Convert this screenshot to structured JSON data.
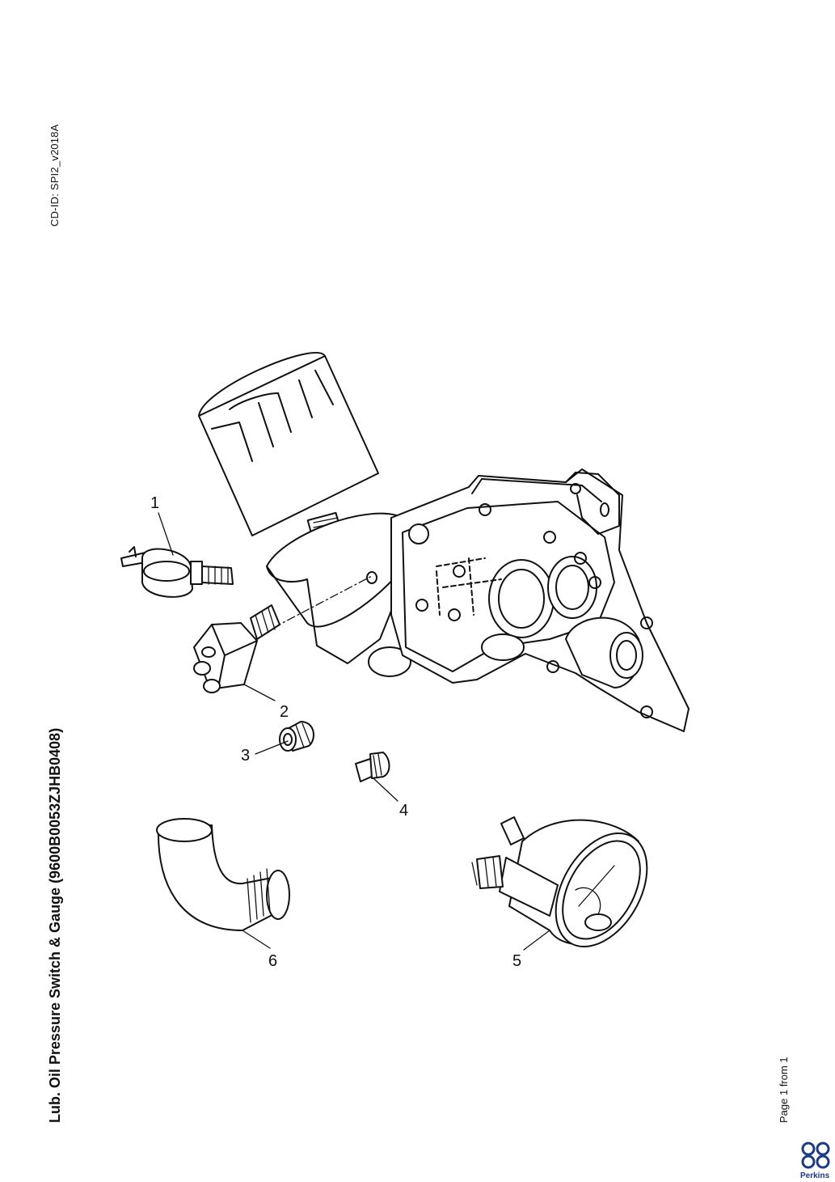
{
  "document": {
    "cd_id": "CD-ID: SPI2_v2018A",
    "title": "Lub. Oil Pressure Switch & Gauge (9600B0053ZJHB0408)",
    "page_info": "Page 1 from 1",
    "brand": "Perkins"
  },
  "callouts": [
    "1",
    "2",
    "3",
    "4",
    "5",
    "6"
  ],
  "colors": {
    "line": "#111111",
    "brand": "#1a3a8a"
  }
}
